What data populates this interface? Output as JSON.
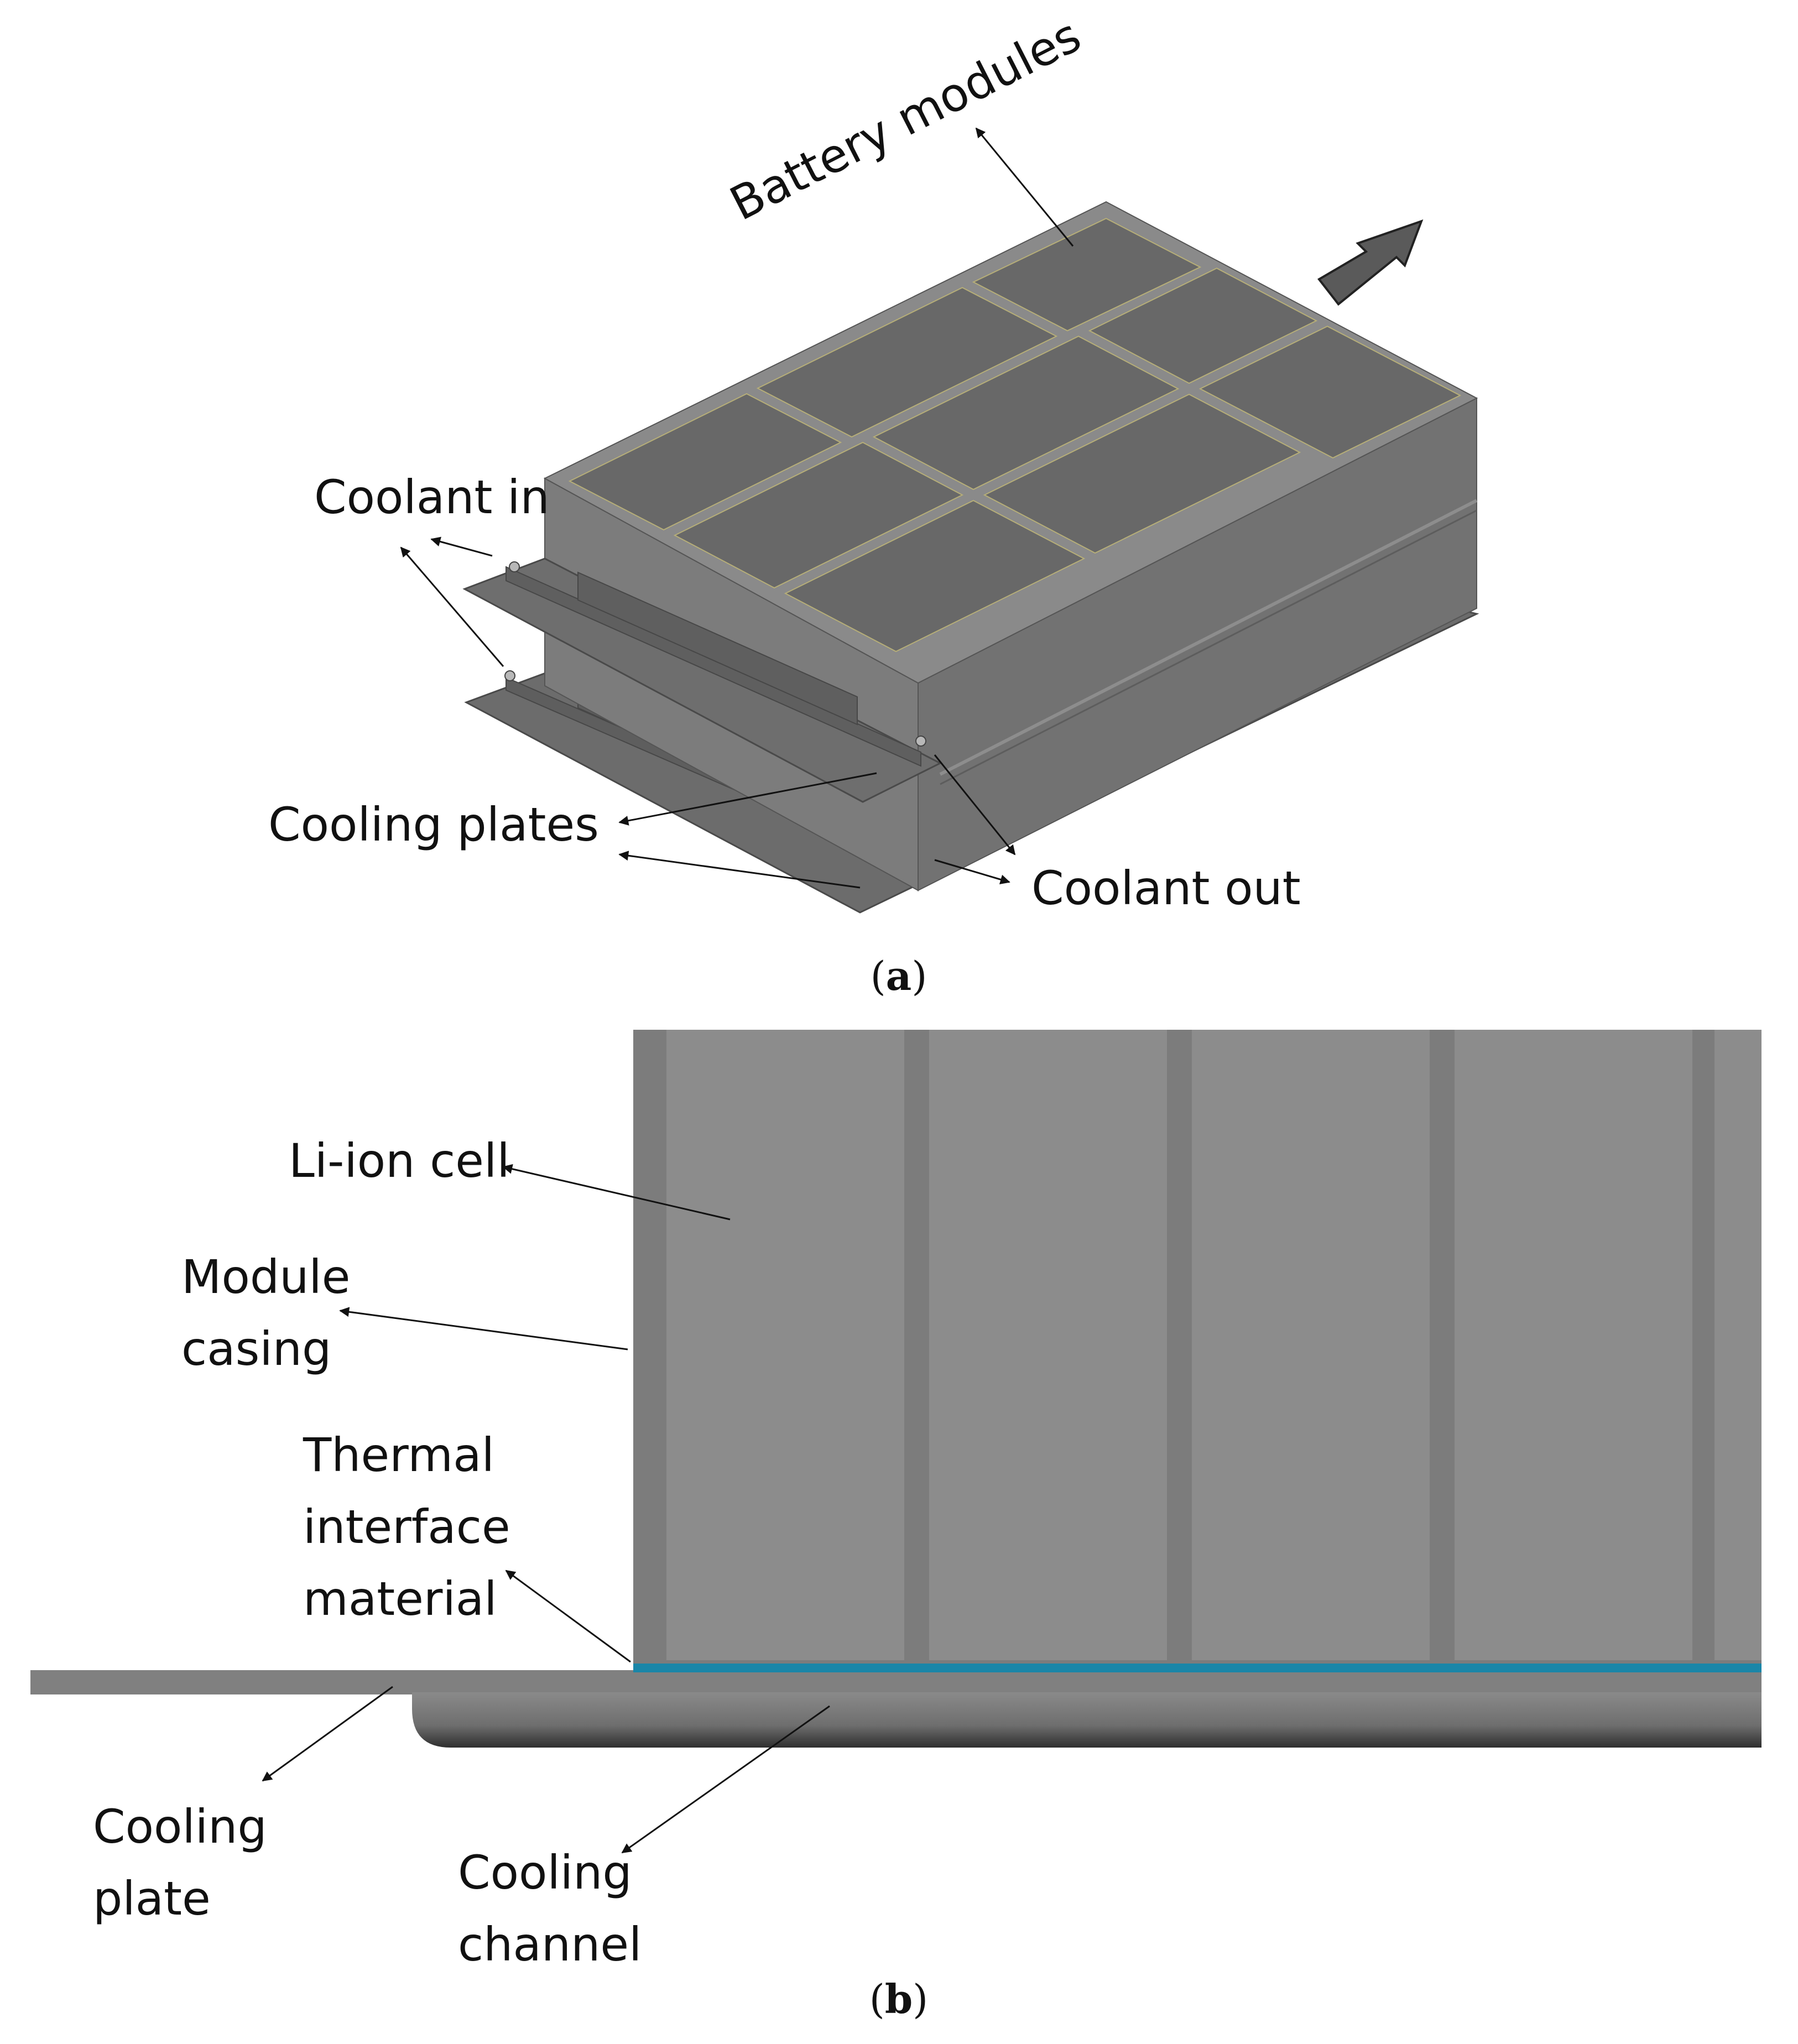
{
  "panel_a": {
    "caption_open": "(",
    "caption_letter": "a",
    "caption_close": ")",
    "labels": {
      "battery_modules": "Battery modules",
      "coolant_in": "Coolant in",
      "cooling_plates": "Cooling plates",
      "coolant_out": "Coolant out"
    },
    "colors": {
      "module_top": "#6a6a6a",
      "side": "#7d7d7d",
      "gap": "#8c8c8c",
      "edge": "#b8b07a"
    }
  },
  "panel_b": {
    "caption_open": "(",
    "caption_letter": "b",
    "caption_close": ")",
    "labels": {
      "li_ion_cell": "Li-ion cell",
      "module_casing_1": "Module",
      "module_casing_2": "casing",
      "tim_1": "Thermal",
      "tim_2": "interface",
      "tim_3": "material",
      "cooling_plate_1": "Cooling",
      "cooling_plate_2": "plate",
      "cooling_channel_1": "Cooling",
      "cooling_channel_2": "channel"
    },
    "colors": {
      "cell": "#8c8c8c",
      "casing": "#7c7c7c",
      "tim": "#1a86a8",
      "plate": "#808080"
    }
  }
}
